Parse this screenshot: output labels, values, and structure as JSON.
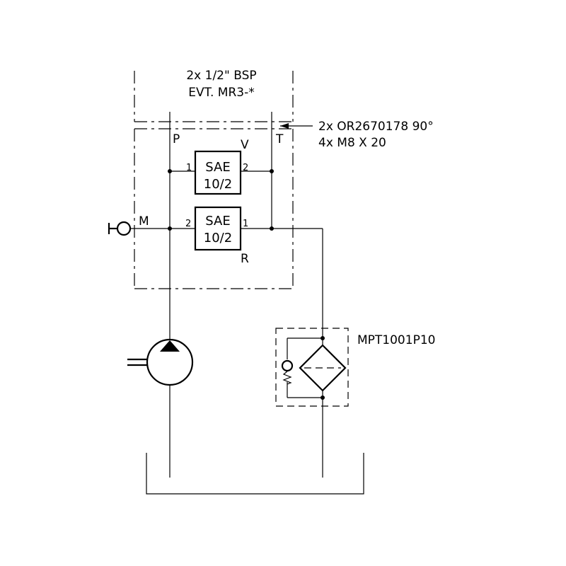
{
  "header": {
    "line1": "2x 1/2\" BSP",
    "line2": "EVT. MR3-*"
  },
  "callout": {
    "line1": "2x OR2670178 90°",
    "line2": "4x M8 X 20"
  },
  "ports": {
    "p": "P",
    "t": "T",
    "v": "V",
    "m": "M",
    "r": "R"
  },
  "valve_upper": {
    "line1": "SAE",
    "line2": "10/2",
    "port_left": "1",
    "port_right": "2"
  },
  "valve_lower": {
    "line1": "SAE",
    "line2": "10/2",
    "port_left": "2",
    "port_right": "1"
  },
  "filter": {
    "label": "MPT1001P10"
  }
}
